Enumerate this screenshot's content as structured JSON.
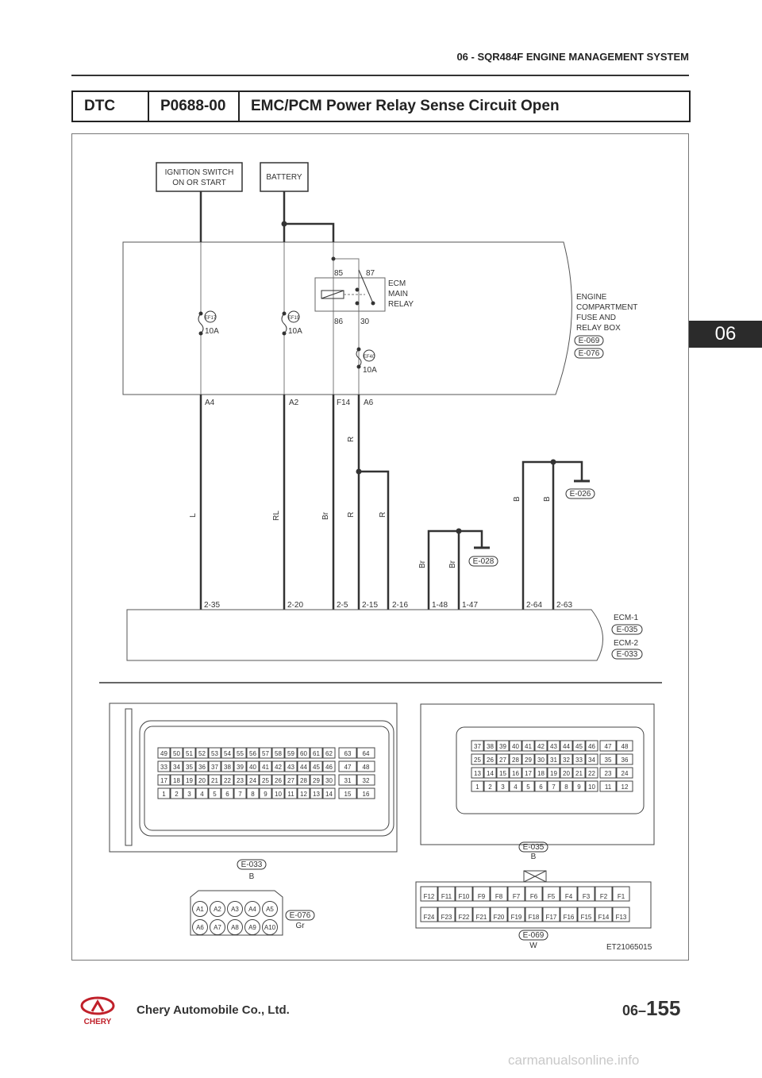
{
  "header": {
    "section_title": "06 - SQR484F ENGINE MANAGEMENT SYSTEM"
  },
  "dtc": {
    "label": "DTC",
    "code": "P0688-00",
    "description": "EMC/PCM Power Relay Sense Circuit Open"
  },
  "side_tab": "06",
  "diagram": {
    "ignition_switch": [
      "IGNITION SWITCH",
      "ON OR START"
    ],
    "battery": "BATTERY",
    "relay": {
      "name": [
        "ECM",
        "MAIN",
        "RELAY"
      ],
      "pins": [
        "85",
        "87",
        "86",
        "30"
      ]
    },
    "fuse_box": {
      "name": [
        "ENGINE",
        "COMPARTMENT",
        "FUSE AND",
        "RELAY BOX"
      ],
      "connectors": [
        "E-069",
        "E-076"
      ]
    },
    "fuses": [
      {
        "id": "EF17",
        "rating": "10A"
      },
      {
        "id": "EF19",
        "rating": "10A"
      },
      {
        "id": "EF40",
        "rating": "10A"
      }
    ],
    "fusebox_pins": [
      "A4",
      "A2",
      "F14",
      "A6"
    ],
    "wire_colors": [
      "L",
      "RL",
      "Br",
      "R",
      "R",
      "R",
      "Br",
      "Br",
      "B",
      "B"
    ],
    "ecm_pins": [
      "2-35",
      "2-20",
      "2-5",
      "2-15",
      "2-16",
      "1-48",
      "1-47",
      "2-64",
      "2-63"
    ],
    "grounds": [
      "E-028",
      "E-026"
    ],
    "ecm": {
      "labels": [
        "ECM-1",
        "ECM-2"
      ],
      "connectors": [
        "E-035",
        "E-033"
      ]
    },
    "figure_id": "ET21065015"
  },
  "connectors": {
    "e033": {
      "id": "E-033",
      "color": "B",
      "rows": [
        [
          "49",
          "50",
          "51",
          "52",
          "53",
          "54",
          "55",
          "56",
          "57",
          "58",
          "59",
          "60",
          "61",
          "62",
          "63",
          "64"
        ],
        [
          "33",
          "34",
          "35",
          "36",
          "37",
          "38",
          "39",
          "40",
          "41",
          "42",
          "43",
          "44",
          "45",
          "46",
          "47",
          "48"
        ],
        [
          "17",
          "18",
          "19",
          "20",
          "21",
          "22",
          "23",
          "24",
          "25",
          "26",
          "27",
          "28",
          "29",
          "30",
          "31",
          "32"
        ],
        [
          "1",
          "2",
          "3",
          "4",
          "5",
          "6",
          "7",
          "8",
          "9",
          "10",
          "11",
          "12",
          "13",
          "14",
          "15",
          "16"
        ]
      ]
    },
    "e035": {
      "id": "E-035",
      "color": "B",
      "rows": [
        [
          "37",
          "38",
          "39",
          "40",
          "41",
          "42",
          "43",
          "44",
          "45",
          "46",
          "47",
          "48"
        ],
        [
          "25",
          "26",
          "27",
          "28",
          "29",
          "30",
          "31",
          "32",
          "33",
          "34",
          "35",
          "36"
        ],
        [
          "13",
          "14",
          "15",
          "16",
          "17",
          "18",
          "19",
          "20",
          "21",
          "22",
          "23",
          "24"
        ],
        [
          "1",
          "2",
          "3",
          "4",
          "5",
          "6",
          "7",
          "8",
          "9",
          "10",
          "11",
          "12"
        ]
      ]
    },
    "e076": {
      "id": "E-076",
      "color": "Gr",
      "rows": [
        [
          "A1",
          "A2",
          "A3",
          "A4",
          "A5"
        ],
        [
          "A6",
          "A7",
          "A8",
          "A9",
          "A10"
        ]
      ]
    },
    "e069": {
      "id": "E-069",
      "color": "W",
      "rows": [
        [
          "F12",
          "F11",
          "F10",
          "F9",
          "F8",
          "F7",
          "F6",
          "F5",
          "F4",
          "F3",
          "F2",
          "F1"
        ],
        [
          "F24",
          "F23",
          "F22",
          "F21",
          "F20",
          "F19",
          "F18",
          "F17",
          "F16",
          "F15",
          "F14",
          "F13"
        ]
      ]
    }
  },
  "footer": {
    "company": "Chery Automobile Co., Ltd.",
    "brand": "CHERY",
    "page_prefix": "06–",
    "page_number": "155"
  },
  "watermark": "carmanualsonline.info"
}
